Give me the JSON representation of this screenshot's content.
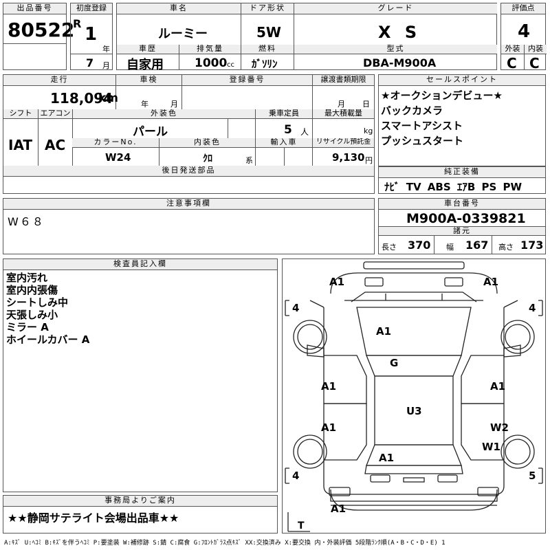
{
  "top": {
    "lot_label": "出品番号",
    "lot_number": "80522",
    "first_reg_label": "初度登録",
    "era": "R",
    "year_value": "1",
    "year_unit": "年",
    "month_value": "7",
    "month_unit": "月",
    "car_name_label": "車名",
    "car_name": "ルーミー",
    "door_label": "ドア形状",
    "door": "5W",
    "grade_label": "グレード",
    "grade": "X S",
    "score_label": "評価点",
    "score": "4",
    "history_label": "車歴",
    "history": "自家用",
    "displacement_label": "排気量",
    "displacement": "1000",
    "displacement_unit": "cc",
    "fuel_label": "燃料",
    "fuel": "ｶﾞｿﾘﾝ",
    "model_label": "型式",
    "model": "DBA-M900A",
    "exterior_label": "外装",
    "exterior": "C",
    "interior_label": "内装",
    "interior": "C"
  },
  "row2": {
    "mileage_label": "走行",
    "mileage": "118,094",
    "mileage_unit": "km",
    "inspection_label": "車検",
    "insp_year_unit": "年",
    "insp_month_unit": "月",
    "regno_label": "登録番号",
    "transfer_label": "譲渡書類期限",
    "transfer_month_unit": "月",
    "transfer_day_unit": "日",
    "shift_label": "シフト",
    "shift": "IAT",
    "ac_label": "エアコン",
    "ac": "AC",
    "color_label": "外装色",
    "color": "パール",
    "seats_label": "乗車定員",
    "seats": "5",
    "seats_unit": "人",
    "load_label": "最大積載量",
    "load_unit": "kg",
    "colorno_label": "カラーNo.",
    "colorno": "W24",
    "int_color_label": "内装色",
    "int_color": "ｸﾛ",
    "int_color_unit": "系",
    "import_label": "輸入車",
    "recycle_label": "リサイクル預託金",
    "recycle": "9,130",
    "recycle_unit": "円",
    "later_label": "後日発送部品"
  },
  "sales": {
    "label": "セールスポイント",
    "items": [
      "★オークションデビュー★",
      "バックカメラ",
      "スマートアシスト",
      "プッシュスタート"
    ]
  },
  "equipment": {
    "label": "純正装備",
    "value": "ﾅﾋﾞ TV ABS ｴｱB PS PW"
  },
  "notes": {
    "label": "注意事項欄",
    "value": "W６８"
  },
  "chassis": {
    "label": "車台番号",
    "value": "M900A-0339821",
    "dims_label": "諸元",
    "len_label": "長さ",
    "len": "370",
    "wid_label": "幅",
    "wid": "167",
    "hgt_label": "高さ",
    "hgt": "173"
  },
  "inspector": {
    "label": "検査員記入欄",
    "items": [
      "室内汚れ",
      "室内内張傷",
      "シートしみ中",
      "天張しみ小",
      "ミラー A",
      "ホイールカバー A"
    ]
  },
  "office": {
    "label": "事務局よりご案内",
    "value": "★★静岡サテライト会場出品車★★"
  },
  "diagram": {
    "marks": {
      "front_left": "A1",
      "front_right": "A1",
      "hood": "A1",
      "roof_front": "G",
      "roof": "U3",
      "left_front_door": "A1",
      "left_rear_door": "A1",
      "right_front_door": "A1",
      "right_rear_door": "W2",
      "right_rear_fender": "W1",
      "rear_glass": "A1",
      "rear_bumper": "A1"
    },
    "tires": {
      "fl": "4",
      "fr": "4",
      "rl": "4",
      "rr": "5",
      "spare": "T"
    }
  },
  "legend": "A:ｷｽﾞ U:ﾍｺﾐ B:ｷｽﾞを伴うﾍｺﾐ P:要塗装 W:補修跡 S:錆 C:腐食 G:ﾌﾛﾝﾄｶﾞﾗｽ点ｷｽﾞ XX:交換済み X:要交換 内・外装評価 5段階ﾗﾝｸ順(A・B・C・D・E) 1"
}
